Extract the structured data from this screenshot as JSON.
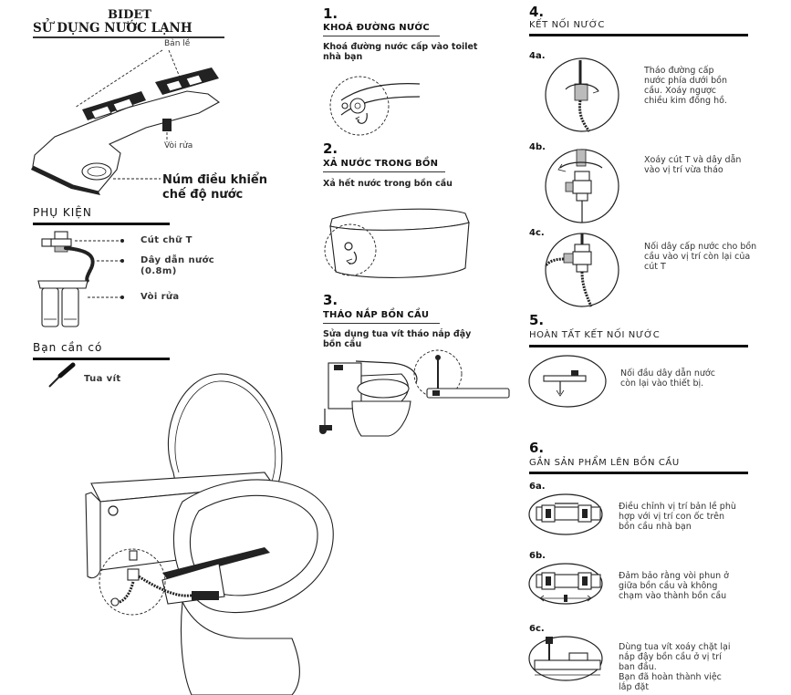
{
  "header": {
    "title_line1": "BIDET",
    "title_line2": "SỬ DỤNG NƯỚC LẠNH"
  },
  "product": {
    "hinge_label": "Bản lề",
    "nozzle_label": "Vòi rửa",
    "knob_label_line1": "Núm điều khiển",
    "knob_label_line2": "chế độ nước"
  },
  "accessories": {
    "title": "PHỤ KIỆN",
    "items": [
      {
        "label": "Cút chữ T",
        "icon": "t-adapter-icon"
      },
      {
        "label_line1": "Dây dẫn nước",
        "label_line2": "(0.8m)",
        "icon": "water-hose-icon"
      },
      {
        "label": "Vòi rửa",
        "icon": "nozzle-icon"
      }
    ]
  },
  "you_need": {
    "title": "Bạn cần có",
    "tool": "Tua vít",
    "icon": "screwdriver-icon"
  },
  "steps": {
    "s1": {
      "num": "1.",
      "title": "KHOÁ ĐƯỜNG NƯỚC",
      "desc_line1": "Khoá đường nước cấp vào toilet",
      "desc_line2": "nhà bạn"
    },
    "s2": {
      "num": "2.",
      "title": "XẢ NƯỚC TRONG BỒN",
      "desc": "Xả hết nước trong bồn cầu"
    },
    "s3": {
      "num": "3.",
      "title": "THÁO NẮP BỒN CẦU",
      "desc_line1": "Sửa dụng tua vít tháo nắp đậy",
      "desc_line2": "bồn cầu"
    },
    "s4": {
      "num": "4.",
      "title": "KẾT NỐI NƯỚC",
      "a": {
        "num": "4a.",
        "lines": [
          "Tháo đường cấp",
          "nước phía dưới bồn",
          "cầu. Xoáy ngược",
          "chiều kim đồng hồ."
        ]
      },
      "b": {
        "num": "4b.",
        "lines": [
          "Xoáy cút T và dây dẫn",
          "vào vị trí vừa tháo"
        ]
      },
      "c": {
        "num": "4c.",
        "lines": [
          "Nối dây cấp nước cho bồn",
          "cầu vào vị trí còn lại của",
          "cút T"
        ]
      }
    },
    "s5": {
      "num": "5.",
      "title": "HOÀN TẤT KẾT NỐI NƯỚC",
      "lines": [
        "Nối đầu dây dẫn nước",
        "còn lại vào thiết bị."
      ]
    },
    "s6": {
      "num": "6.",
      "title": "GẮN SẢN PHẨM LÊN BỒN CẦU",
      "a": {
        "num": "6a.",
        "lines": [
          "Điều chỉnh vị trí bản lề phù",
          "hợp với vị trí con ốc trên",
          "bồn cầu nhà bạn"
        ]
      },
      "b": {
        "num": "6b.",
        "lines": [
          "Đảm bảo rằng vòi phun ở",
          "giữa bồn cầu và không",
          "chạm vào thành bồn cầu"
        ]
      },
      "c": {
        "num": "6c.",
        "lines": [
          "Dùng tua vít xoáy chặt lại",
          "nắp đậy bồn cầu ở vị trí",
          "ban đầu.",
          "Bạn đã hoàn thành việc",
          "lắp đặt"
        ]
      }
    }
  }
}
